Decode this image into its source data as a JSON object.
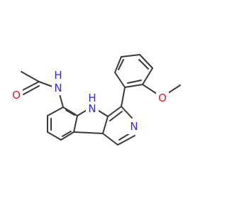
{
  "diagram": {
    "atom_labels": {
      "amide_N": "N",
      "amide_H": "H",
      "carbonyl_O": "O",
      "indole_N": "N",
      "indole_H": "H",
      "pyridine_N": "N",
      "methoxy_O": "O"
    },
    "colors": {
      "bond": "#3a3a3a",
      "nitrogen": "#2b2bd8",
      "oxygen": "#e02020",
      "background": "#ffffff"
    }
  }
}
